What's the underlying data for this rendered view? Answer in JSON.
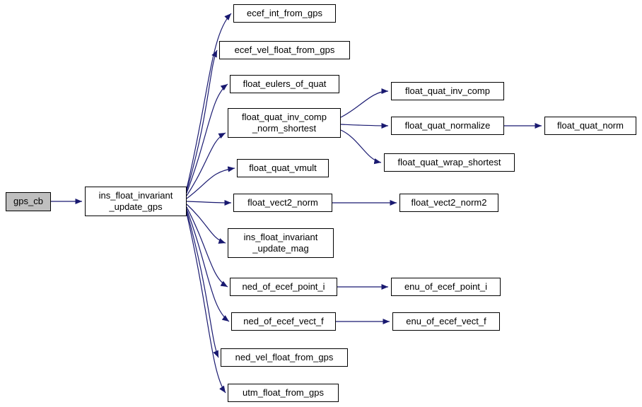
{
  "diagram_type": "call-graph",
  "colors": {
    "edge": "#191970",
    "node_border": "#000000",
    "node_fill": "#ffffff",
    "highlight_fill": "#bfbfbf"
  },
  "nodes": {
    "gps_cb": "gps_cb",
    "ins_float_invariant_update_gps": "ins_float_invariant\n_update_gps",
    "ecef_int_from_gps": "ecef_int_from_gps",
    "ecef_vel_float_from_gps": "ecef_vel_float_from_gps",
    "float_eulers_of_quat": "float_eulers_of_quat",
    "float_quat_inv_comp_norm_shortest": "float_quat_inv_comp\n_norm_shortest",
    "float_quat_vmult": "float_quat_vmult",
    "float_vect2_norm": "float_vect2_norm",
    "ins_float_invariant_update_mag": "ins_float_invariant\n_update_mag",
    "ned_of_ecef_point_i": "ned_of_ecef_point_i",
    "ned_of_ecef_vect_f": "ned_of_ecef_vect_f",
    "ned_vel_float_from_gps": "ned_vel_float_from_gps",
    "utm_float_from_gps": "utm_float_from_gps",
    "float_quat_inv_comp": "float_quat_inv_comp",
    "float_quat_normalize": "float_quat_normalize",
    "float_quat_wrap_shortest": "float_quat_wrap_shortest",
    "float_quat_norm": "float_quat_norm",
    "float_vect2_norm2": "float_vect2_norm2",
    "enu_of_ecef_point_i": "enu_of_ecef_point_i",
    "enu_of_ecef_vect_f": "enu_of_ecef_vect_f"
  },
  "edges": [
    {
      "from": "gps_cb",
      "to": "ins_float_invariant_update_gps"
    },
    {
      "from": "ins_float_invariant_update_gps",
      "to": "ecef_int_from_gps"
    },
    {
      "from": "ins_float_invariant_update_gps",
      "to": "ecef_vel_float_from_gps"
    },
    {
      "from": "ins_float_invariant_update_gps",
      "to": "float_eulers_of_quat"
    },
    {
      "from": "ins_float_invariant_update_gps",
      "to": "float_quat_inv_comp_norm_shortest"
    },
    {
      "from": "ins_float_invariant_update_gps",
      "to": "float_quat_vmult"
    },
    {
      "from": "ins_float_invariant_update_gps",
      "to": "float_vect2_norm"
    },
    {
      "from": "ins_float_invariant_update_gps",
      "to": "ins_float_invariant_update_mag"
    },
    {
      "from": "ins_float_invariant_update_gps",
      "to": "ned_of_ecef_point_i"
    },
    {
      "from": "ins_float_invariant_update_gps",
      "to": "ned_of_ecef_vect_f"
    },
    {
      "from": "ins_float_invariant_update_gps",
      "to": "ned_vel_float_from_gps"
    },
    {
      "from": "ins_float_invariant_update_gps",
      "to": "utm_float_from_gps"
    },
    {
      "from": "float_quat_inv_comp_norm_shortest",
      "to": "float_quat_inv_comp"
    },
    {
      "from": "float_quat_inv_comp_norm_shortest",
      "to": "float_quat_normalize"
    },
    {
      "from": "float_quat_inv_comp_norm_shortest",
      "to": "float_quat_wrap_shortest"
    },
    {
      "from": "float_quat_normalize",
      "to": "float_quat_norm"
    },
    {
      "from": "float_vect2_norm",
      "to": "float_vect2_norm2"
    },
    {
      "from": "ned_of_ecef_point_i",
      "to": "enu_of_ecef_point_i"
    },
    {
      "from": "ned_of_ecef_vect_f",
      "to": "enu_of_ecef_vect_f"
    }
  ]
}
